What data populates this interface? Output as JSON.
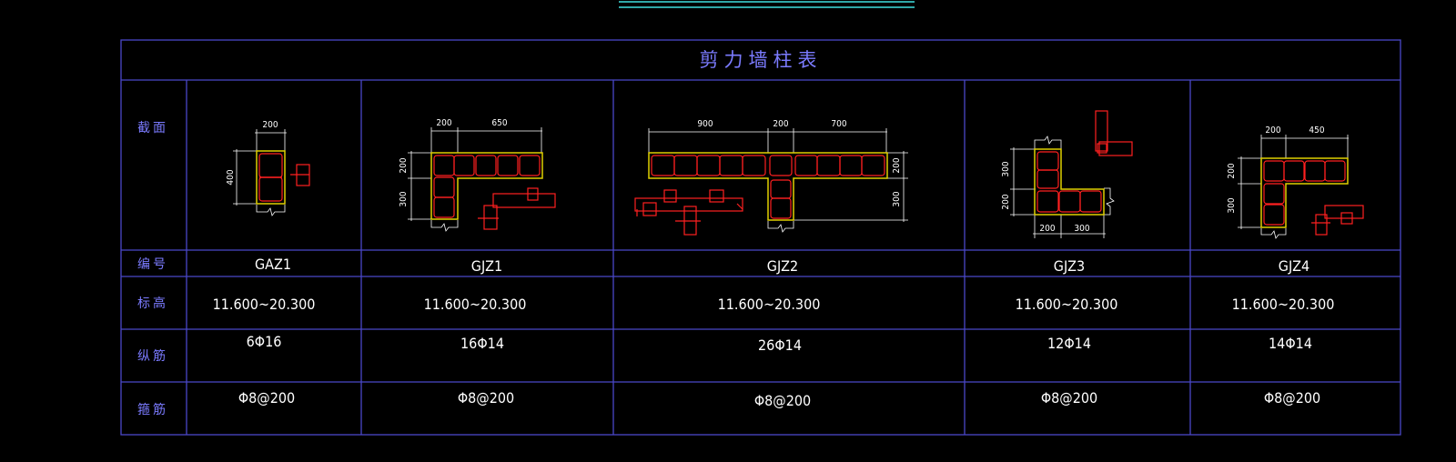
{
  "colors": {
    "background": "#000000",
    "table_border": "#4a48c8",
    "label_text": "#7b7bff",
    "section_outline": "#e0d000",
    "rebar": "#ff2020",
    "dimension": "#ffffff",
    "top_line": "#40e0e0"
  },
  "table": {
    "title": "剪力墙柱表",
    "row_labels": {
      "section": "截面",
      "number": "编号",
      "elevation": "标高",
      "longitudinal": "纵筋",
      "stirrup": "箍筋"
    },
    "columns": [
      {
        "number": "GAZ1",
        "elevation": "11.600~20.300",
        "longitudinal": "6Φ16",
        "stirrup": "Φ8@200",
        "dims": [
          "200",
          "400"
        ]
      },
      {
        "number": "GJZ1",
        "elevation": "11.600~20.300",
        "longitudinal": "16Φ14",
        "stirrup": "Φ8@200",
        "dims": [
          "200",
          "650",
          "200",
          "300"
        ]
      },
      {
        "number": "GJZ2",
        "elevation": "11.600~20.300",
        "longitudinal": "26Φ14",
        "stirrup": "Φ8@200",
        "dims": [
          "900",
          "200",
          "700",
          "200",
          "300"
        ]
      },
      {
        "number": "GJZ3",
        "elevation": "11.600~20.300",
        "longitudinal": "12Φ14",
        "stirrup": "Φ8@200",
        "dims": [
          "300",
          "200",
          "200",
          "300"
        ]
      },
      {
        "number": "GJZ4",
        "elevation": "11.600~20.300",
        "longitudinal": "14Φ14",
        "stirrup": "Φ8@200",
        "dims": [
          "200",
          "450",
          "200",
          "300"
        ]
      }
    ]
  }
}
